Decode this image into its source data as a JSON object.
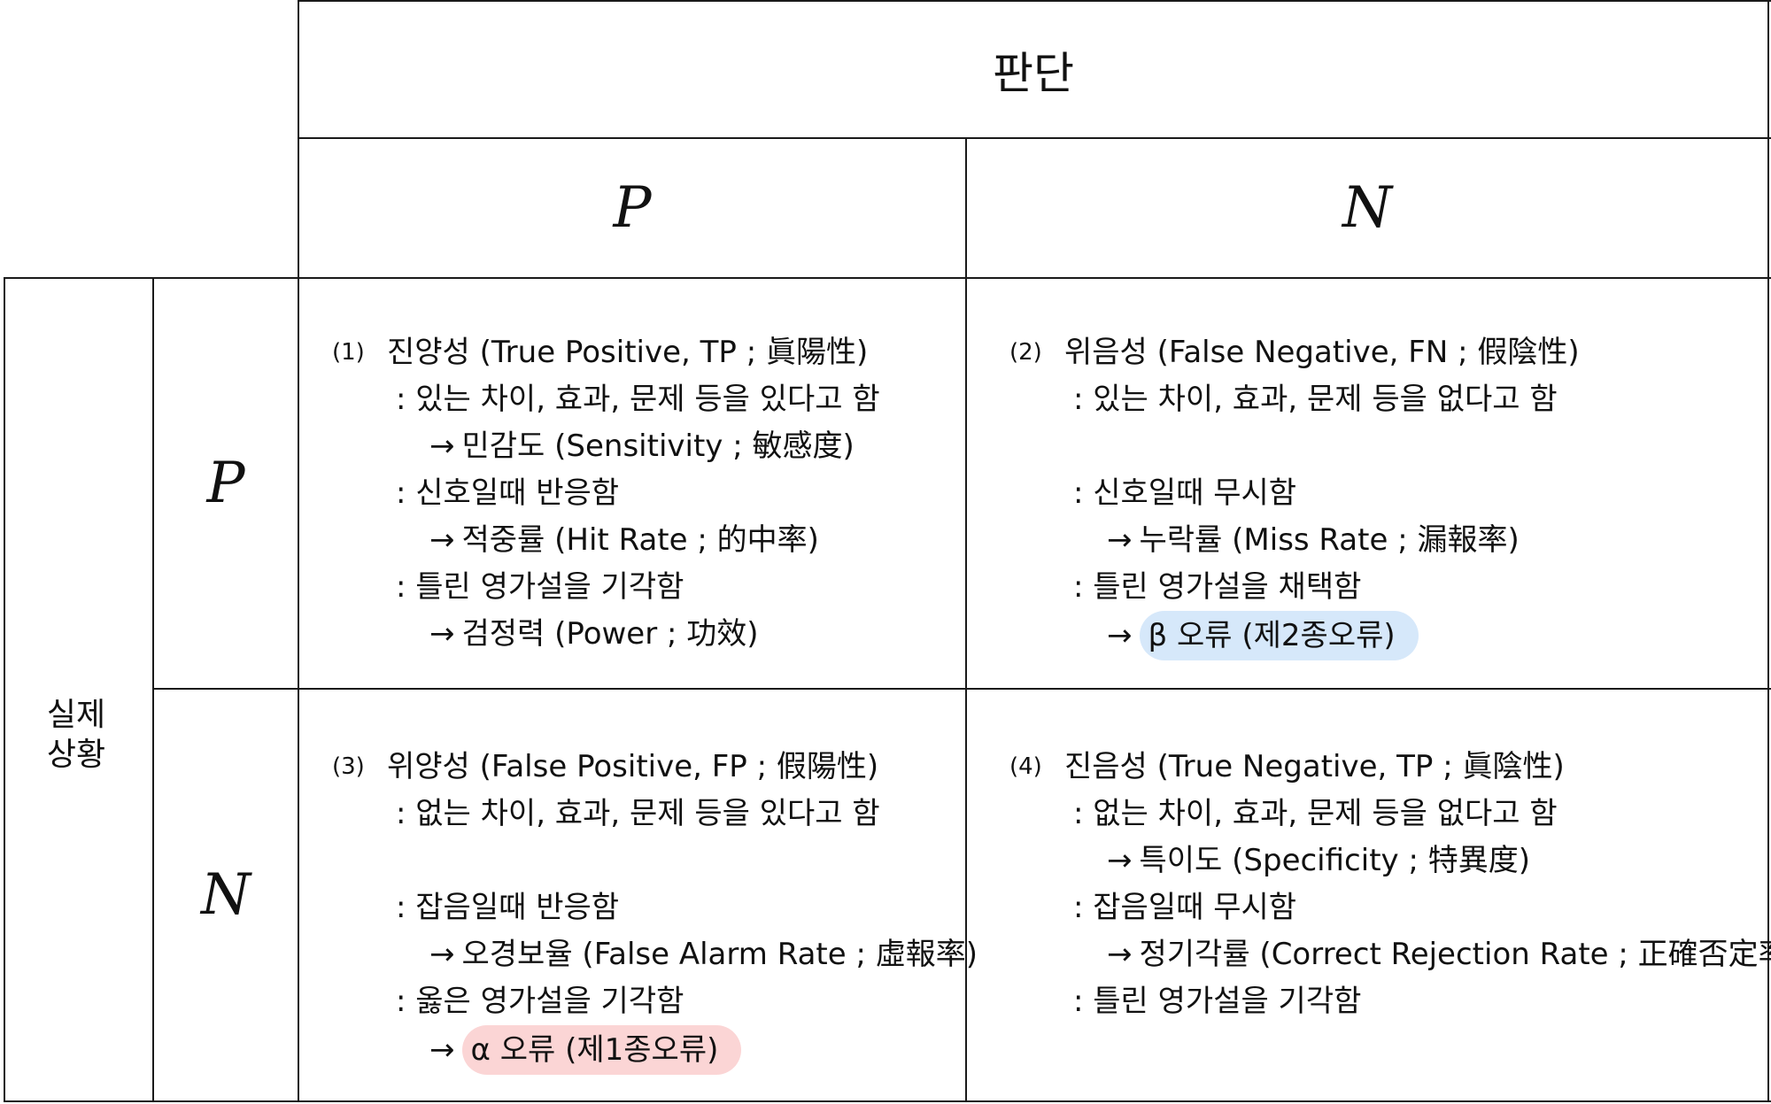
{
  "header": {
    "title": "판단",
    "columns": [
      "P",
      "N"
    ]
  },
  "side": {
    "title_line1": "실제",
    "title_line2": "상황",
    "rows": [
      "P",
      "N"
    ]
  },
  "cells": {
    "tp": {
      "number": "(1)",
      "title": "진양성 (True Positive, TP ; 眞陽性)",
      "desc1": ": 있는 차이, 효과, 문제 등을 있다고 함",
      "arrow1": "→",
      "measure1": "민감도 (Sensitivity ; 敏感度)",
      "desc2": ": 신호일때 반응함",
      "arrow2": "→",
      "measure2": "적중률 (Hit Rate ; 的中率)",
      "desc3": ": 틀린 영가설을 기각함",
      "arrow3": "→",
      "measure3": "검정력 (Power ; 功效)"
    },
    "fn": {
      "number": "(2)",
      "title": "위음성 (False Negative, FN ; 假陰性)",
      "desc1": ": 있는 차이, 효과, 문제 등을 없다고 함",
      "desc2": ": 신호일때 무시함",
      "arrow2": "→",
      "measure2": "누락률 (Miss Rate ; 漏報率)",
      "desc3": ": 틀린 영가설을 채택함",
      "arrow3": "→",
      "measure3": "β 오류 (제2종오류)",
      "highlight_color": "#d6e8fa"
    },
    "fp": {
      "number": "(3)",
      "title": "위양성 (False Positive, FP ; 假陽性)",
      "desc1": ": 없는 차이, 효과, 문제 등을 있다고 함",
      "desc2": ": 잡음일때 반응함",
      "arrow2": "→",
      "measure2": "오경보율 (False Alarm Rate ; 虛報率)",
      "desc3": ": 옳은 영가설을 기각함",
      "arrow3": "→",
      "measure3": "α 오류 (제1종오류)",
      "highlight_color": "#fbd5d5"
    },
    "tn": {
      "number": "(4)",
      "title": "진음성 (True Negative, TP ; 眞陰性)",
      "desc1": ": 없는 차이, 효과, 문제 등을 없다고 함",
      "arrow1": "→",
      "measure1": "특이도 (Specificity ; 特異度)",
      "desc2": ": 잡음일때 무시함",
      "arrow2": "→",
      "measure2": "정기각률 (Correct Rejection Rate ; 正確否定率)",
      "desc3": ": 틀린 영가설을 기각함"
    }
  }
}
